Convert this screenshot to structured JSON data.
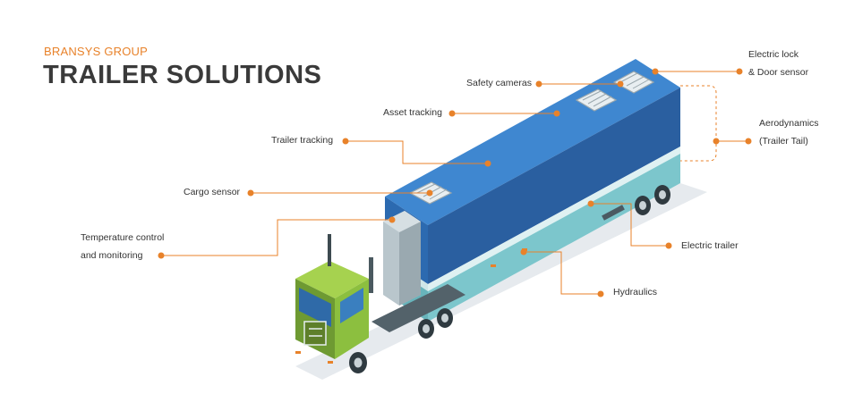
{
  "header": {
    "brand": "BRANSYS GROUP",
    "title": "TRAILER SOLUTIONS"
  },
  "colors": {
    "accent": "#e8822a",
    "trailer_top": "#3f87d0",
    "trailer_side": "#2a5fa0",
    "trailer_band": "#7cc6cc",
    "cab": "#8cbf3f",
    "cab_dark": "#5e7f2a"
  },
  "labels": {
    "safety_cameras": "Safety cameras",
    "asset_tracking": "Asset tracking",
    "trailer_tracking": "Trailer tracking",
    "cargo_sensor": "Cargo sensor",
    "temp_line1": "Temperature control",
    "temp_line2": "and monitoring",
    "electric_lock_line1": "Electric lock",
    "electric_lock_line2": "& Door sensor",
    "aero_line1": "Aerodynamics",
    "aero_line2": "(Trailer Tail)",
    "electric_trailer": "Electric trailer",
    "hydraulics": "Hydraulics"
  }
}
